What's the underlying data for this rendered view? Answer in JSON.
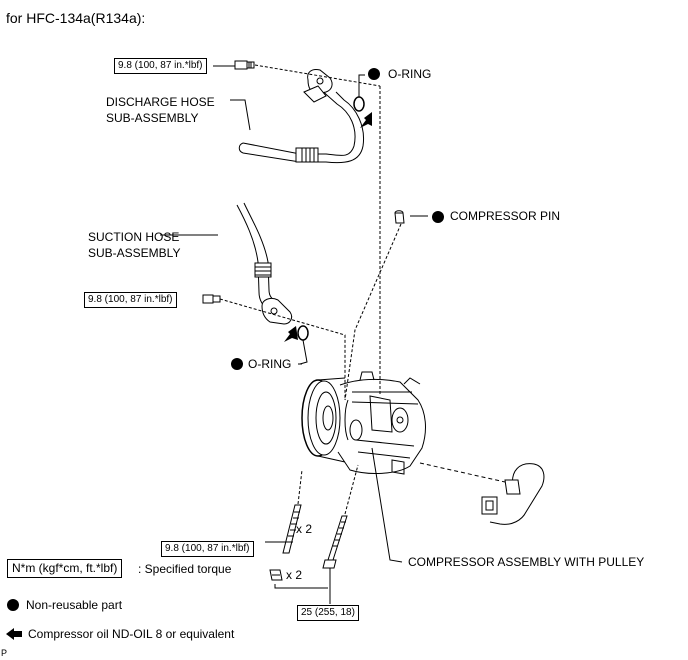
{
  "title": "for HFC-134a(R134a):",
  "labels": {
    "discharge_hose": [
      "DISCHARGE HOSE",
      "SUB-ASSEMBLY"
    ],
    "suction_hose": [
      "SUCTION HOSE",
      "SUB-ASSEMBLY"
    ],
    "o_ring_top": "O-RING",
    "o_ring_bottom": "O-RING",
    "compressor_pin": "COMPRESSOR PIN",
    "compressor_assembly": "COMPRESSOR ASSEMBLY WITH PULLEY"
  },
  "torques": {
    "discharge_bolt": "9.8 (100, 87 in.*lbf)",
    "suction_bolt": "9.8 (100, 87 in.*lbf)",
    "stud_bolt": "9.8 (100, 87 in.*lbf)",
    "nut_bolt": "25 (255, 18)"
  },
  "quantities": {
    "stud": "x 2",
    "nut": "x 2"
  },
  "legend": {
    "torque_unit": "N*m (kgf*cm, ft.*lbf)",
    "torque_desc": ": Specified torque",
    "non_reusable": "Non-reusable part",
    "oil": "Compressor oil ND-OIL 8 or equivalent"
  },
  "footer_mark": "P",
  "icons": [
    "filled-circle-icon",
    "arrow-left-icon"
  ]
}
